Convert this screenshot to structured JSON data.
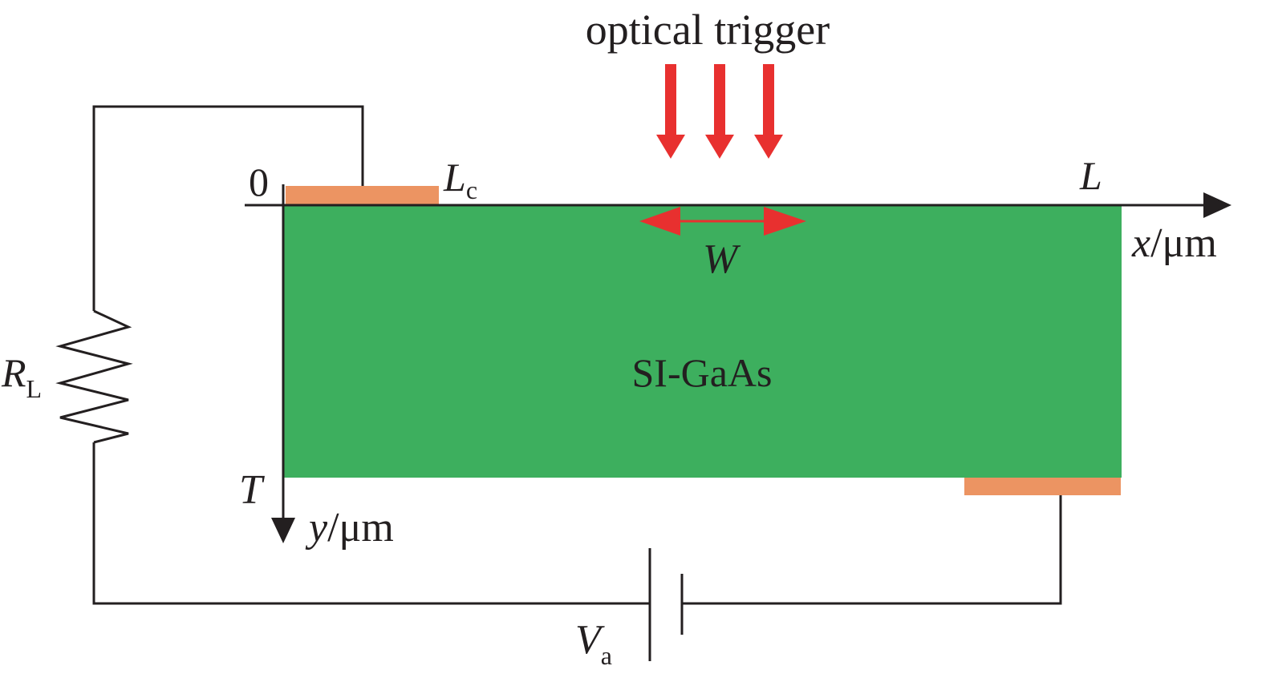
{
  "title": "optical trigger",
  "device": {
    "material_label": "SI-GaAs",
    "colors": {
      "substrate": "#3daf5e",
      "electrode": "#ec9462",
      "trigger": "#e8302f",
      "wire": "#231f20"
    }
  },
  "axes": {
    "origin_label": "0",
    "x": {
      "end_label": "L",
      "var": "x",
      "unit": "/μm"
    },
    "y": {
      "end_label": "T",
      "var": "y",
      "unit": "/μm"
    }
  },
  "labels": {
    "contact_length": {
      "main": "L",
      "sub": "c"
    },
    "trigger_width": "W",
    "load_resistor": {
      "main": "R",
      "sub": "L"
    },
    "bias_voltage": {
      "main": "V",
      "sub": "a"
    }
  }
}
